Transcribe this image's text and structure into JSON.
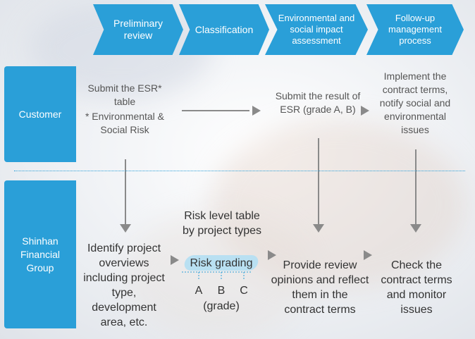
{
  "steps": [
    "Preliminary review",
    "Classification",
    "Environmental and social impact assessment",
    "Follow-up management process"
  ],
  "rows": {
    "customer": "Customer",
    "group": "Shinhan Financial Group"
  },
  "customer_row": {
    "esr_submit": "Submit the ESR* table",
    "esr_footnote": "* Environmental & Social Risk",
    "esr_result": "Submit the result of ESR (grade A, B)",
    "implement": "Implement the contract terms, notify social and environmental issues"
  },
  "group_row": {
    "identify": "Identify project overviews including project type, development area, etc.",
    "risk_table": "Risk level table by project types",
    "risk_grading": "Risk grading",
    "grades": [
      "A",
      "B",
      "C"
    ],
    "grade_label": "(grade)",
    "provide": "Provide review opinions and reflect them in the contract terms",
    "check": "Check the contract terms and monitor issues"
  },
  "colors": {
    "accent": "#2a9fd8",
    "arrow": "#8a8a8a"
  }
}
